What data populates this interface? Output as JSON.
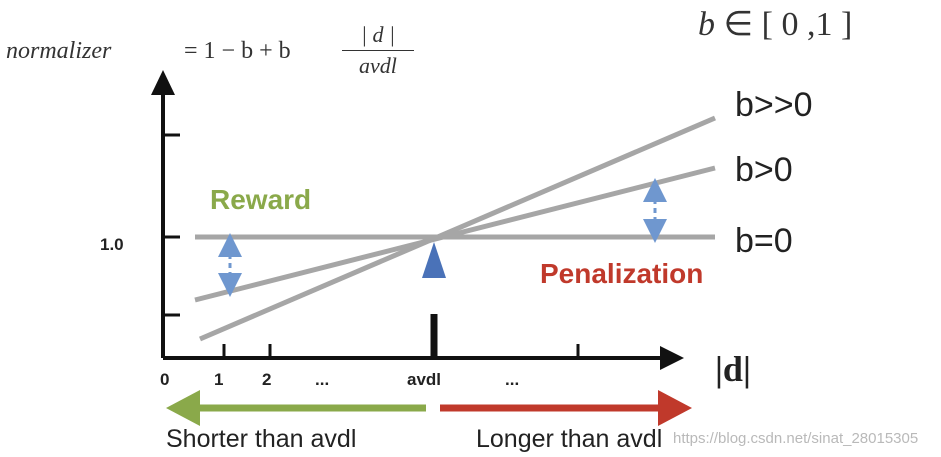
{
  "formula": {
    "lhs": "normalizer",
    "rhs": "= 1 − b + b",
    "numerator": "| d |",
    "denominator": "avdl"
  },
  "b_range": {
    "var": "b",
    "rest": " ∈ [ 0 ,1 ]"
  },
  "labels": {
    "reward": "Reward",
    "penalization": "Penalization",
    "b_large": "b>>0",
    "b_pos": "b>0",
    "b_zero": "b=0",
    "y_tick": "1.0",
    "x_axis": "|d|",
    "x_ticks": [
      "0",
      "1",
      "2",
      "...",
      "avdl",
      "..."
    ],
    "shorter": "Shorter than avdl",
    "longer": "Longer than avdl"
  },
  "watermark": "https://blog.csdn.net/sinat_28015305",
  "colors": {
    "reward": "#8aa94a",
    "penalization": "#c0392b",
    "lines": "#a6a6a6",
    "pivot": "#4a72b8",
    "double_arrow": "#6f97cf",
    "axis": "#111111",
    "left_arrow": "#8aa94a",
    "right_arrow": "#c0392b"
  }
}
